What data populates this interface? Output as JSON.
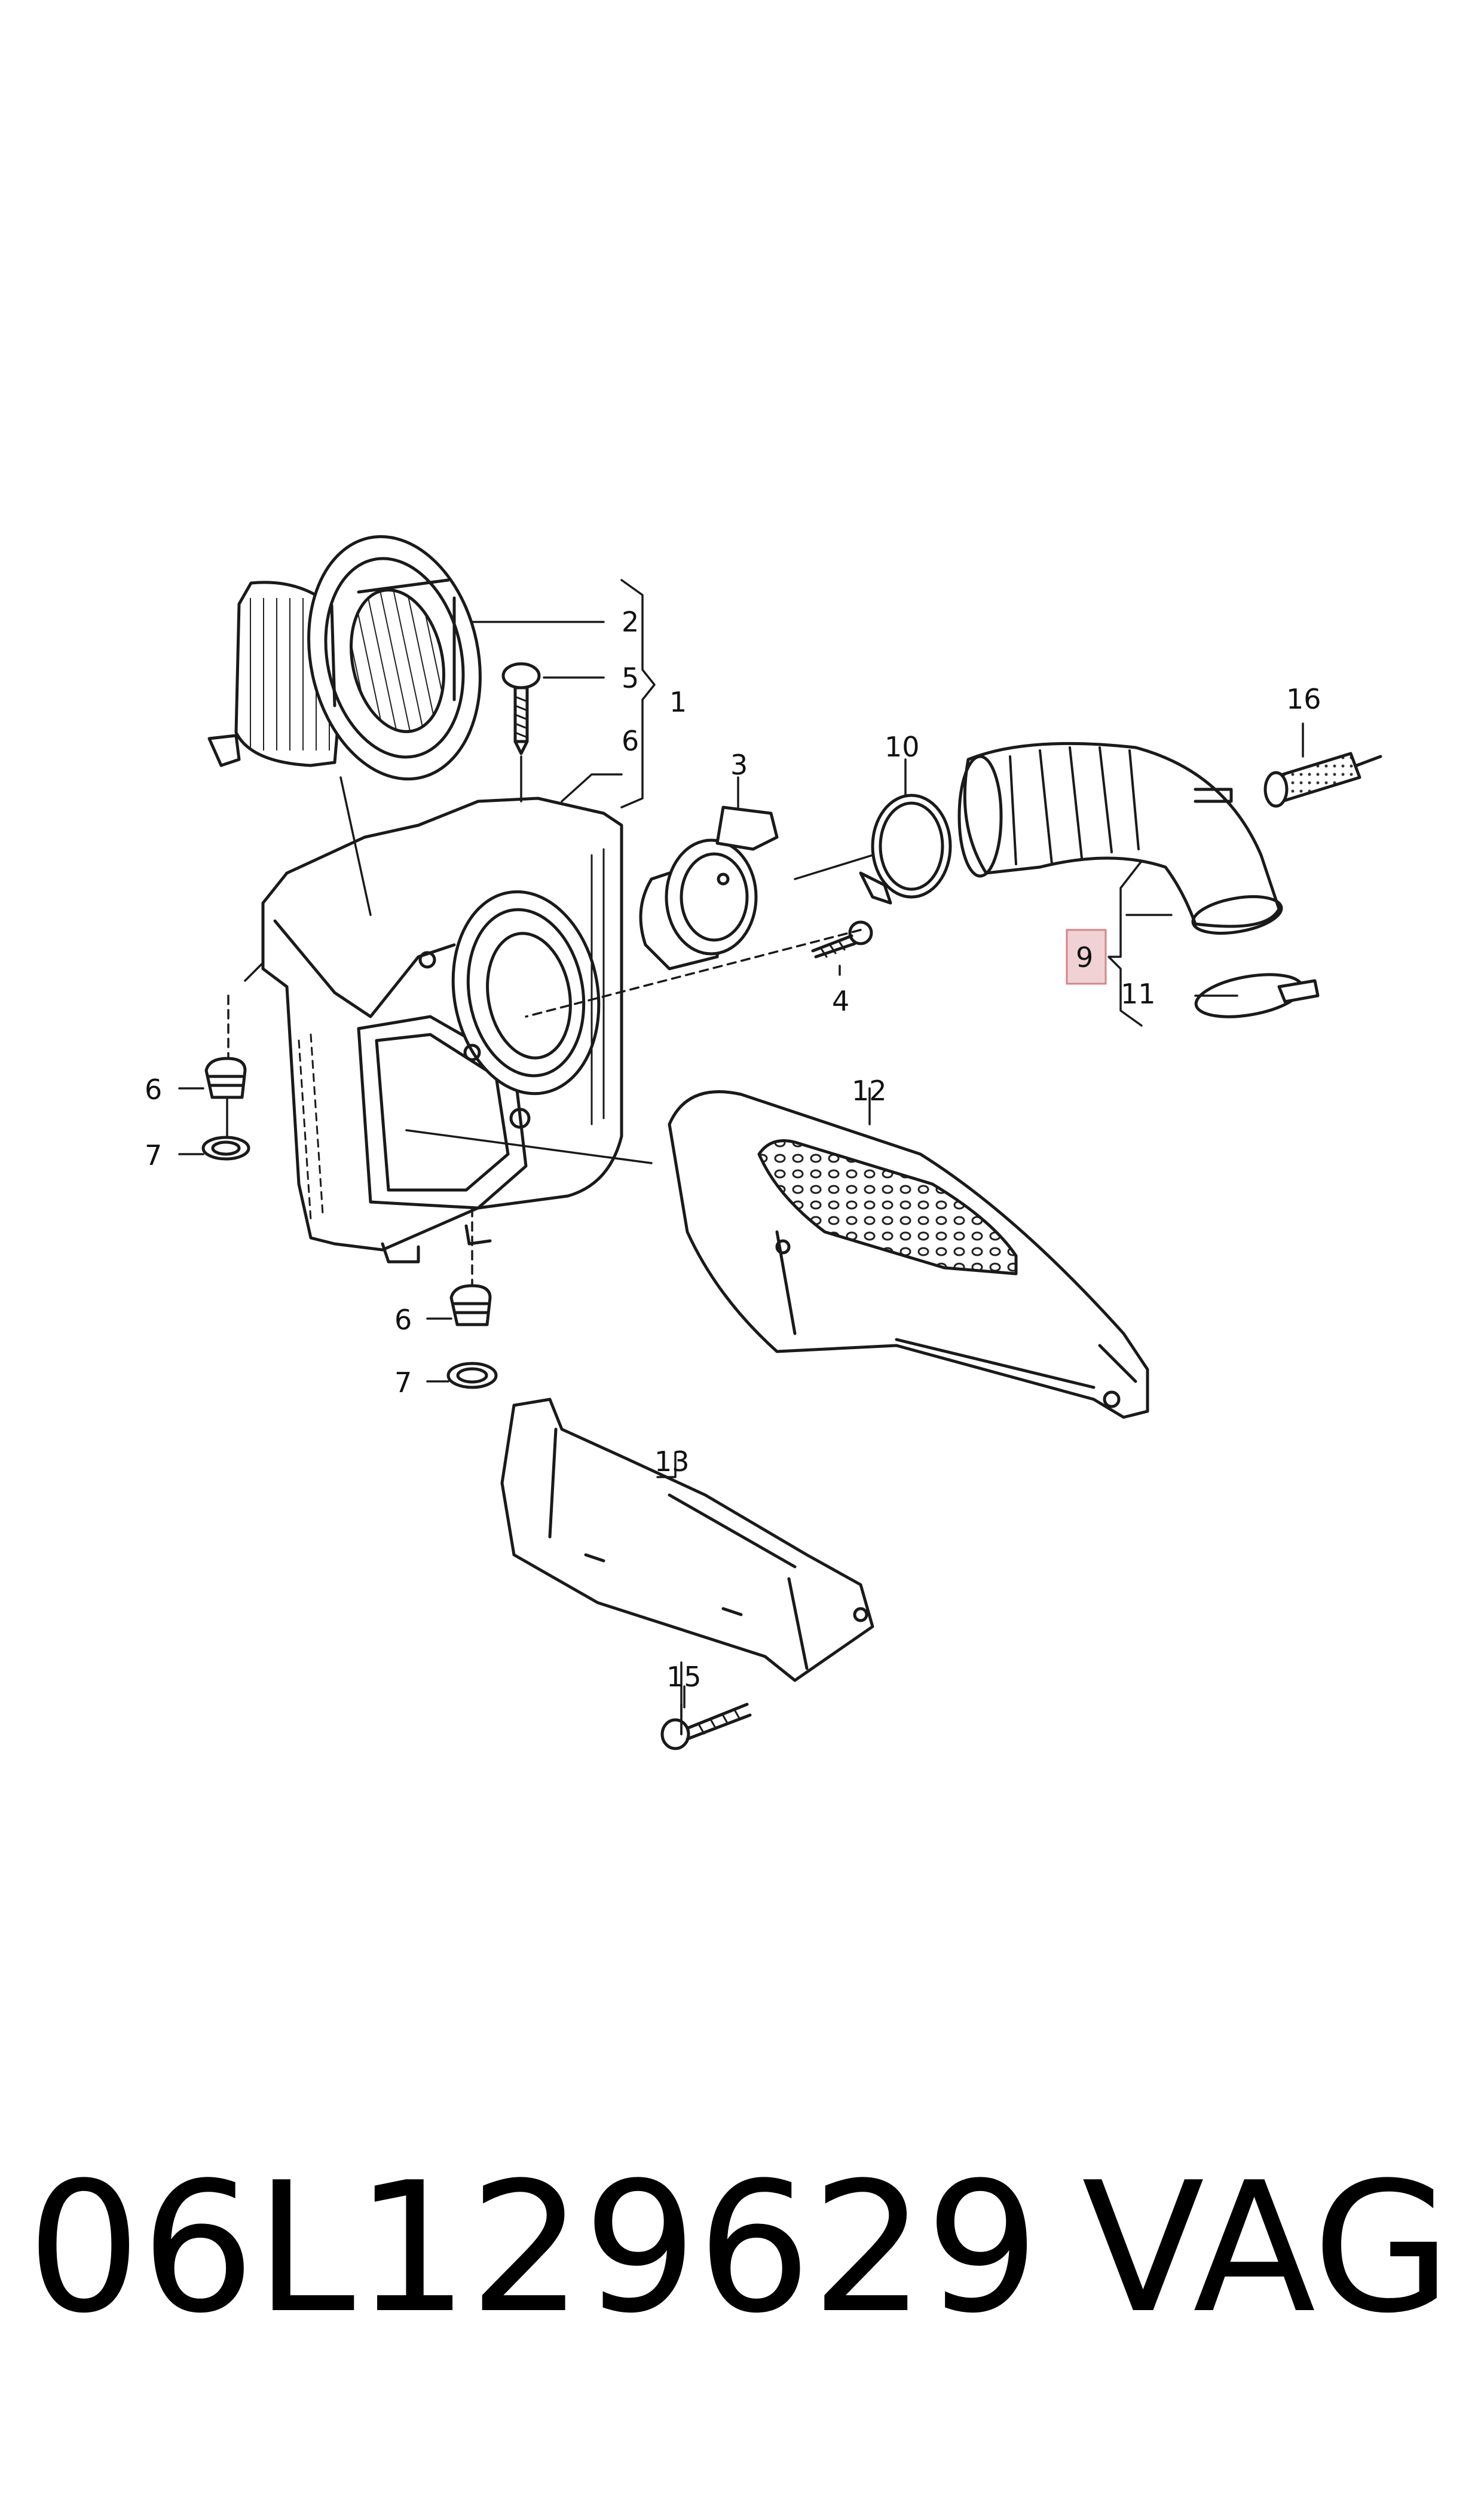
{
  "diagram": {
    "callouts": [
      {
        "id": "1",
        "label": "1"
      },
      {
        "id": "2",
        "label": "2"
      },
      {
        "id": "3",
        "label": "3"
      },
      {
        "id": "4",
        "label": "4"
      },
      {
        "id": "5",
        "label": "5"
      },
      {
        "id": "6a",
        "label": "6"
      },
      {
        "id": "6b",
        "label": "6"
      },
      {
        "id": "6c",
        "label": "6"
      },
      {
        "id": "7a",
        "label": "7"
      },
      {
        "id": "7b",
        "label": "7"
      },
      {
        "id": "9",
        "label": "9"
      },
      {
        "id": "10",
        "label": "10"
      },
      {
        "id": "11",
        "label": "11"
      },
      {
        "id": "12",
        "label": "12"
      },
      {
        "id": "13",
        "label": "13"
      },
      {
        "id": "15",
        "label": "15"
      },
      {
        "id": "16",
        "label": "16"
      }
    ],
    "highlighted_callout": "9",
    "highlight_color": "#e8b4b8"
  },
  "footer": {
    "part_number": "06L129629",
    "brand": "VAG"
  }
}
